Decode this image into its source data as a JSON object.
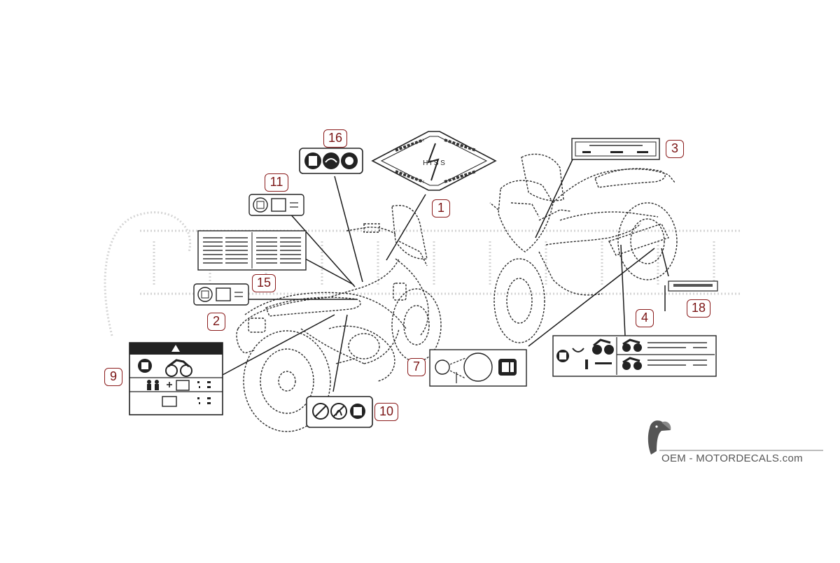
{
  "diagram": {
    "callouts": [
      {
        "id": "c16",
        "label": "16"
      },
      {
        "id": "c11",
        "label": "11"
      },
      {
        "id": "c1",
        "label": "1"
      },
      {
        "id": "c3",
        "label": "3"
      },
      {
        "id": "c15",
        "label": "15"
      },
      {
        "id": "c2",
        "label": "2"
      },
      {
        "id": "c18",
        "label": "18"
      },
      {
        "id": "c4",
        "label": "4"
      },
      {
        "id": "c9",
        "label": "9"
      },
      {
        "id": "c7",
        "label": "7"
      },
      {
        "id": "c10",
        "label": "10"
      }
    ],
    "emblem_text": [
      "H I S S"
    ]
  },
  "watermark": {
    "text": "OEM - MOTORDECALS.com",
    "icon": "toucan-icon"
  },
  "colors": {
    "callout_border": "#8b1c1c",
    "callout_text": "#7a1414",
    "line_art": "#2a2a2a",
    "background_watermark": "#d9d9d9"
  }
}
